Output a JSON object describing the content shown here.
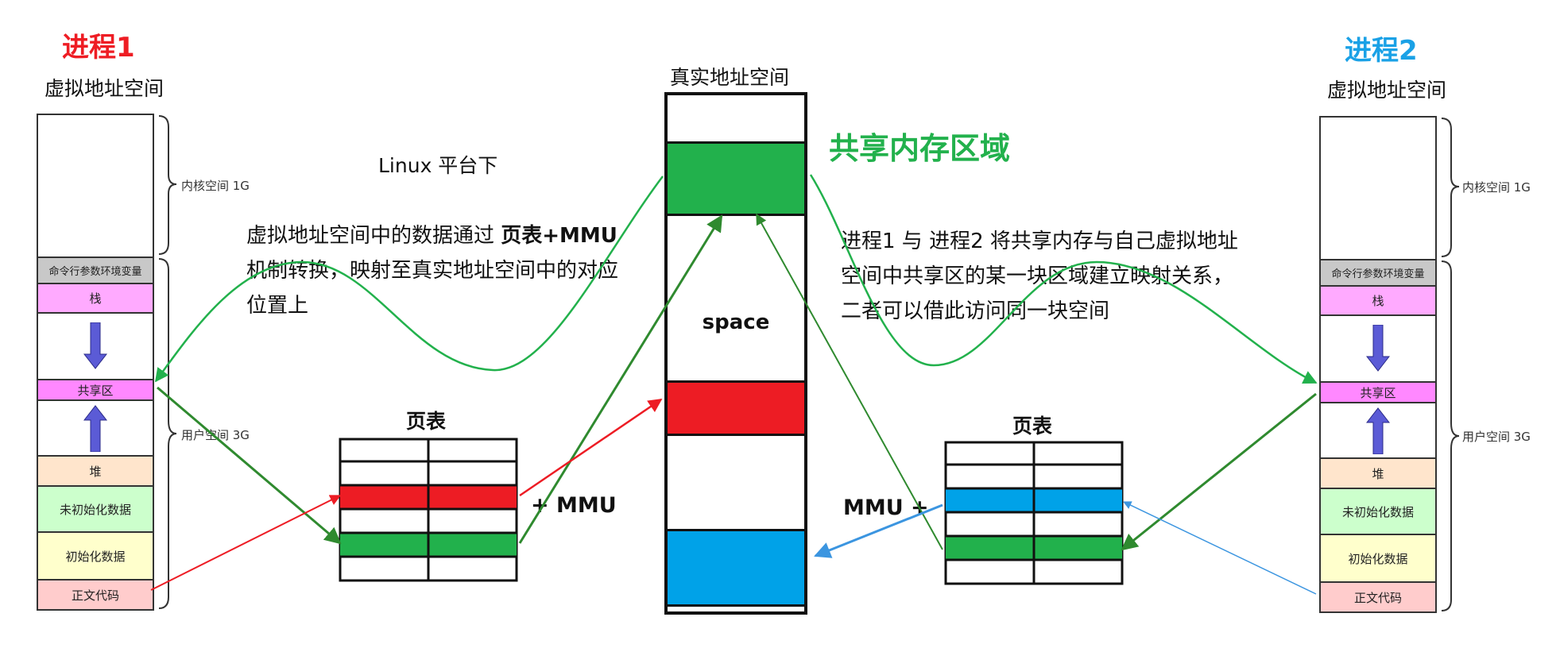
{
  "process1": {
    "title": "进程1",
    "vas_label": "虚拟地址空间",
    "kernel_label": "内核空间 1G",
    "user_label": "用户空间 3G",
    "segments": [
      "命令行参数环境变量",
      "栈",
      "",
      "共享区",
      "",
      "堆",
      "未初始化数据",
      "初始化数据",
      "正文代码"
    ]
  },
  "process2": {
    "title": "进程2",
    "vas_label": "虚拟地址空间",
    "kernel_label": "内核空间 1G",
    "user_label": "用户空间 3G",
    "segments": [
      "命令行参数环境变量",
      "栈",
      "",
      "共享区",
      "",
      "堆",
      "未初始化数据",
      "初始化数据",
      "正文代码"
    ]
  },
  "physical": {
    "label": "真实地址空间",
    "space_label": "space",
    "shared_label": "共享内存区域"
  },
  "notes": {
    "platform": "Linux 平台下",
    "left_line1_a": "虚拟地址空间中的数据通过 ",
    "left_line1_b": "页表+MMU",
    "left_line2": "机制转换，映射至真实地址空间中的对应",
    "left_line3": "位置上",
    "right_line1": "进程1 与 进程2 将共享内存与自己虚拟地址",
    "right_line2": "空间中共享区的某一块区域建立映射关系，",
    "right_line3": "二者可以借此访问同一块空间"
  },
  "page_table_left": {
    "title": "页表",
    "mmu_label": "+  MMU"
  },
  "page_table_right": {
    "title": "页表",
    "mmu_label": "MMU  +"
  },
  "colors": {
    "green": "#22b14c",
    "red": "#ed1c24",
    "blue": "#00a2e8",
    "pink": "#ffaaff",
    "gray": "#c8c8c8",
    "heap": "#ffe5cc",
    "uninit": "#ccffcc",
    "init": "#ffffcc",
    "code": "#ffcccc"
  }
}
